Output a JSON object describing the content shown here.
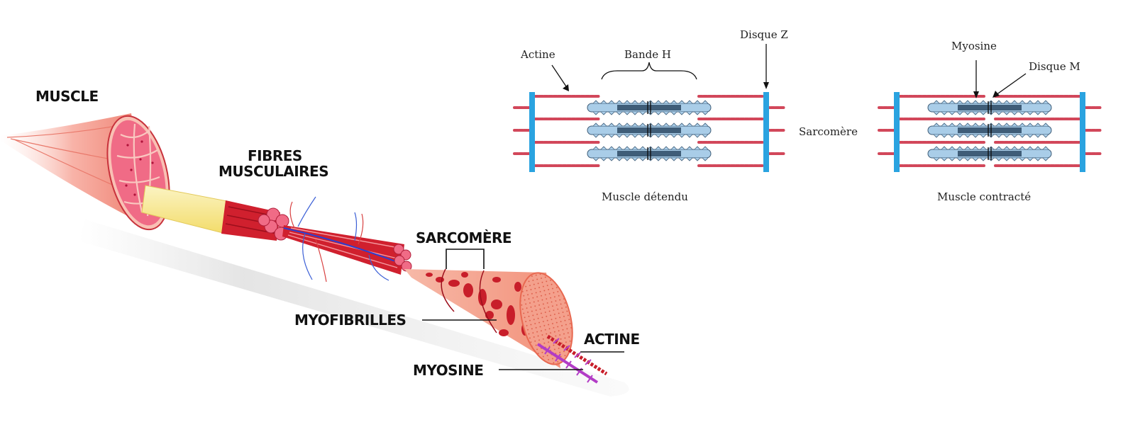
{
  "left_diagram": {
    "labels": {
      "muscle": "MUSCLE",
      "fibres_line1": "FIBRES",
      "fibres_line2": "MUSCULAIRES",
      "sarcomere": "SARCOMÈRE",
      "myofibrilles": "MYOFIBRILLES",
      "actine": "ACTINE",
      "myosine": "MYOSINE"
    }
  },
  "right_diagram": {
    "labels": {
      "actine": "Actine",
      "bande_h": "Bande H",
      "disque_z": "Disque Z",
      "myosine": "Myosine",
      "disque_m": "Disque M",
      "sarcomere": "Sarcomère",
      "muscle_detendu": "Muscle détendu",
      "muscle_contracte": "Muscle contracté"
    }
  },
  "colors": {
    "actin_red": "#d2475a",
    "z_disc_blue": "#2aa3e0",
    "myosin_light": "#a9cde8",
    "myosin_dark": "#3f5d78",
    "muscle_pink": "#f08a8a",
    "muscle_red": "#d0202e",
    "tendon_yellow": "#f7e88a",
    "myofibril_salmon": "#f4a38a",
    "myosin_purple": "#b23cc6"
  }
}
